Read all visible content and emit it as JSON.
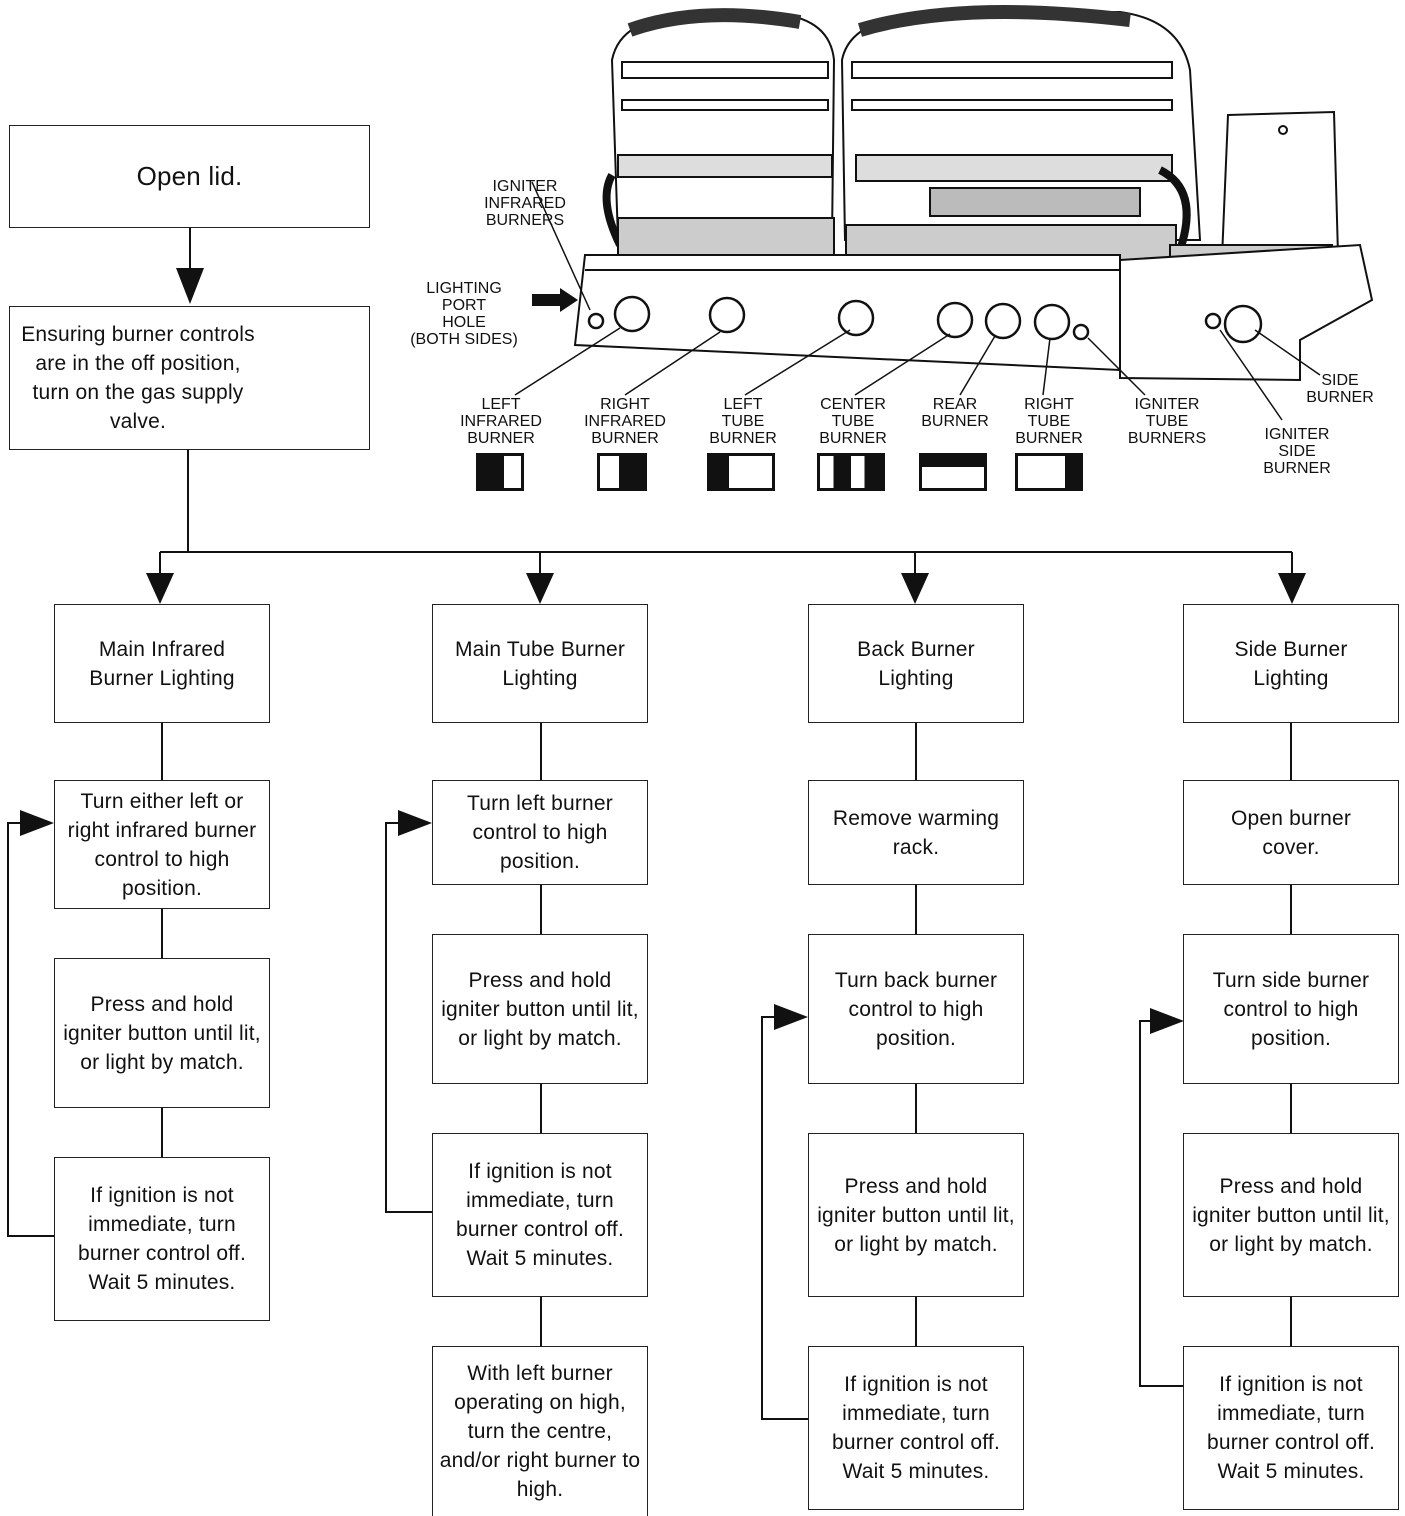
{
  "flowchart": {
    "open_lid": "Open lid.",
    "ensure": "Ensuring burner controls are in the off position, turn on the gas supply valve.",
    "branches": [
      {
        "title": "Main Infrared Burner Lighting",
        "steps": [
          "Turn either left or right infrared burner control to high position.",
          "Press and hold igniter button until lit, or light by match.",
          "If ignition is not immediate, turn burner control off. Wait 5 minutes."
        ]
      },
      {
        "title": "Main Tube Burner Lighting",
        "steps": [
          "Turn left burner control to high position.",
          "Press and hold igniter button until lit, or light by match.",
          "If ignition is not immediate, turn burner control off. Wait 5 minutes.",
          "With left burner operating on high, turn the centre, and/or right burner to high."
        ]
      },
      {
        "title": "Back Burner Lighting",
        "steps": [
          "Remove warming rack.",
          "Turn back burner control to high position.",
          "Press and hold igniter button until lit, or light by match.",
          "If ignition is not immediate, turn burner control off. Wait 5 minutes."
        ]
      },
      {
        "title": "Side Burner Lighting",
        "steps": [
          "Open burner cover.",
          "Turn side burner control to high position.",
          "Press and hold igniter button until lit, or light by match.",
          "If ignition is not immediate, turn burner control off. Wait 5 minutes."
        ]
      }
    ]
  },
  "grill_labels": {
    "igniter_infrared": "IGNITER\nINFRARED\nBURNERS",
    "lighting_port": "LIGHTING PORT\nHOLE\n(BOTH SIDES)",
    "left_infrared": "LEFT\nINFRARED\nBURNER",
    "right_infrared": "RIGHT\nINFRARED\nBURNER",
    "left_tube": "LEFT\nTUBE\nBURNER",
    "center_tube": "CENTER\nTUBE\nBURNER",
    "rear_burner": "REAR\nBURNER",
    "right_tube": "RIGHT\nTUBE\nBURNER",
    "igniter_tube": "IGNITER\nTUBE\nBURNERS",
    "side_burner": "SIDE\nBURNER",
    "igniter_side": "IGNITER\nSIDE\nBURNER"
  }
}
